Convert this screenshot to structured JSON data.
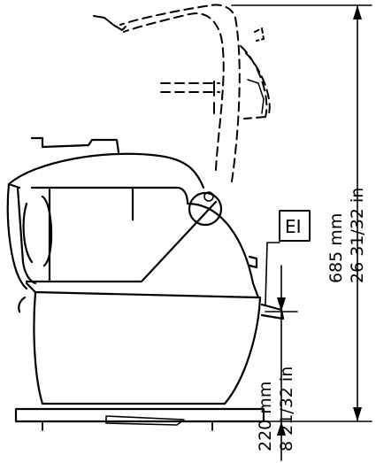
{
  "diagram": {
    "overall_height_mm": "685 mm",
    "overall_height_in": "26 31/32 in",
    "lower_height_mm": "220 mm",
    "lower_height_in": "8 21/32 in",
    "connection_label": "EI"
  }
}
